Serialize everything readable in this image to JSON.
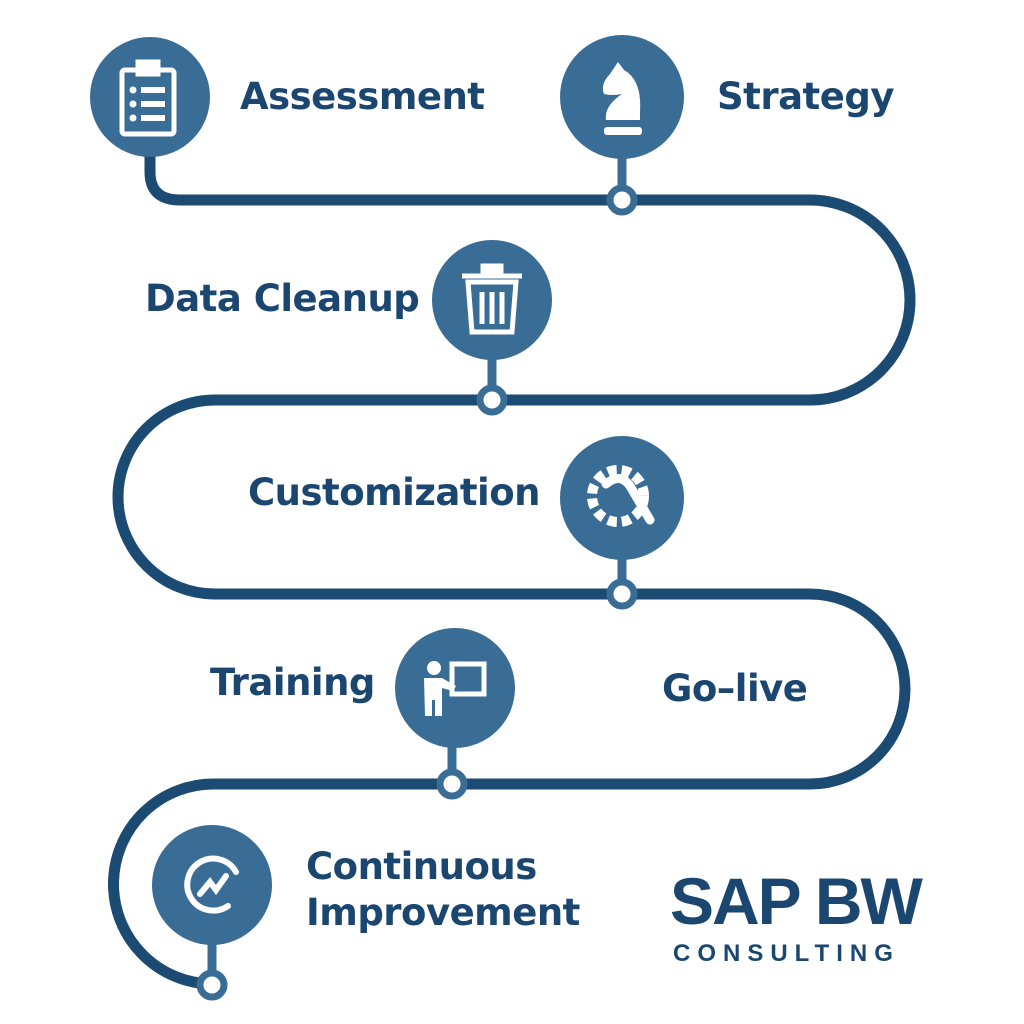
{
  "colors": {
    "path": "#1b4a72",
    "circle": "#3a6d96",
    "text": "#1b4670"
  },
  "steps": [
    {
      "label": "Assessment",
      "icon": "clipboard-icon"
    },
    {
      "label": "Strategy",
      "icon": "chess-knight-icon"
    },
    {
      "label": "Data Cleanup",
      "icon": "trash-icon"
    },
    {
      "label": "Customization",
      "icon": "gear-wrench-icon"
    },
    {
      "label": "Training",
      "icon": "presenter-icon"
    },
    {
      "label": "Go–live",
      "icon": ""
    },
    {
      "label_line1": "Continuous",
      "label_line2": "Improvement",
      "icon": "refresh-chart-icon"
    }
  ],
  "logo": {
    "title": "SAP BW",
    "subtitle": "CONSULTING"
  }
}
